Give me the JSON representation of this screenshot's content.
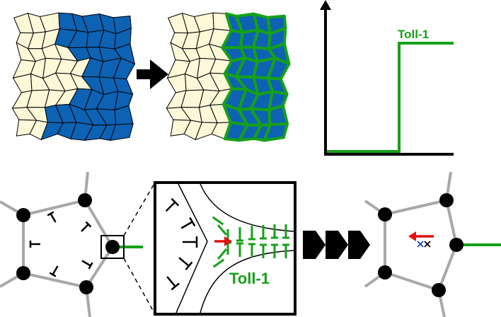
{
  "colors": {
    "cream": "#fdf8d8",
    "blue": "#0d62b3",
    "green": "#16a019",
    "gray": "#a8a8a8",
    "black": "#000000",
    "red": "#e0140e",
    "cross_blue": "#1f3fd6"
  },
  "graph": {
    "label": "Toll-1",
    "step": {
      "low": 0,
      "high": 1,
      "switch_fraction": 0.57
    }
  },
  "zoom": {
    "label": "Toll-1"
  },
  "icons": {
    "forward_arrow": "right-arrow-icon",
    "progress_arrows": "triple-chevron-arrow-icon",
    "move_arrow": "red-left-arrow-icon",
    "positions": "cross-marks-icon"
  }
}
